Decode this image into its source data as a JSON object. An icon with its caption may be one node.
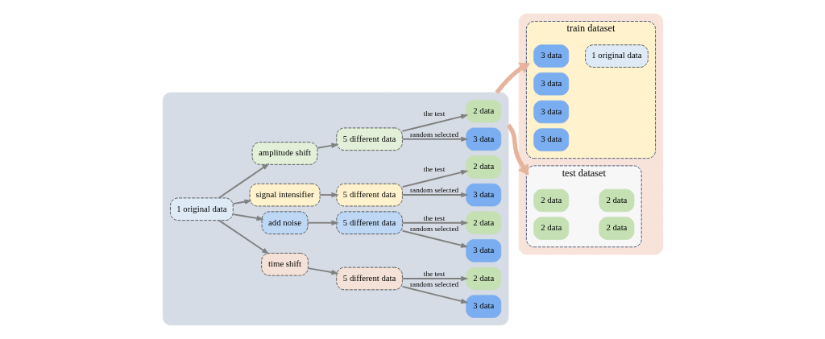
{
  "diagram": {
    "nodes": [
      {
        "text": [],
        "shape": "box"
      },
      {
        "text": [
          "1 original data"
        ],
        "in": 0
      },
      {
        "text": [
          "time shift"
        ],
        "in": 0
      },
      {
        "text": [
          "add noise"
        ],
        "in": 0
      },
      {
        "text": [
          "signal intensifier"
        ],
        "in": 0
      },
      {
        "text": [
          "amplitude shift"
        ],
        "in": 0
      },
      {
        "text": [
          "5 different data"
        ],
        "in": 0
      },
      {
        "text": [
          "5 different data"
        ],
        "in": 0
      },
      {
        "text": [
          "5 different data"
        ],
        "in": 0
      },
      {
        "text": [
          "5 different data"
        ],
        "in": 0
      },
      {
        "text": [
          "3 data"
        ],
        "in": 0
      },
      {
        "text": [
          "2 data"
        ],
        "in": 0
      },
      {
        "text": [
          "3 data"
        ],
        "in": 0
      },
      {
        "text": [
          "2 data"
        ],
        "in": 0
      },
      {
        "text": [
          "3 data"
        ],
        "in": 0
      },
      {
        "text": [
          "2 data"
        ],
        "in": 0
      },
      {
        "text": [
          "3 data"
        ],
        "in": 0
      },
      {
        "text": [
          "2 data"
        ],
        "in": 0
      },
      {
        "text": [],
        "shape": "box"
      },
      {
        "text": [
          "train dataset"
        ],
        "in": 18
      },
      {
        "text": [
          "3 data"
        ],
        "in": 19
      },
      {
        "text": [
          "3 data"
        ],
        "in": 19
      },
      {
        "text": [
          "3 data"
        ],
        "in": 19
      },
      {
        "text": [
          "3 data"
        ],
        "in": 19
      },
      {
        "text": [
          "1 original data"
        ],
        "in": 19
      },
      {
        "text": [
          "test dataset"
        ],
        "in": 18
      },
      {
        "text": [
          "2 data"
        ],
        "in": 25
      },
      {
        "text": [
          "2 data"
        ],
        "in": 25
      },
      {
        "text": [
          "2 data"
        ],
        "in": 25
      },
      {
        "text": [
          "2 data"
        ],
        "in": 25
      }
    ],
    "edges": [
      {
        "from": 1,
        "to": 2,
        "arrow": "to"
      },
      {
        "from": 1,
        "to": 3,
        "arrow": "to"
      },
      {
        "from": 1,
        "to": 4,
        "arrow": "to"
      },
      {
        "from": 1,
        "to": 5,
        "arrow": "to"
      },
      {
        "from": 2,
        "to": 6,
        "arrow": "to"
      },
      {
        "from": 3,
        "to": 7,
        "arrow": "to"
      },
      {
        "from": 4,
        "to": 8,
        "arrow": "to"
      },
      {
        "from": 5,
        "to": 9,
        "arrow": "to"
      },
      {
        "from": 6,
        "to": 10,
        "arrow": "to",
        "label": "random selected"
      },
      {
        "from": 6,
        "to": 11,
        "arrow": "to",
        "label": "the test"
      },
      {
        "from": 7,
        "to": 12,
        "arrow": "to",
        "label": "random selected"
      },
      {
        "from": 7,
        "to": 13,
        "arrow": "to",
        "label": "the test"
      },
      {
        "from": 8,
        "to": 14,
        "arrow": "to",
        "label": "random selected"
      },
      {
        "from": 8,
        "to": 15,
        "arrow": "to",
        "label": "the test"
      },
      {
        "from": 9,
        "to": 16,
        "arrow": "to",
        "label": "random selected"
      },
      {
        "from": 9,
        "to": 17,
        "arrow": "to",
        "label": "the test"
      },
      {
        "from": 0,
        "to": 19,
        "arrow": "to",
        "style": "thick",
        "color": "#e6b49c"
      },
      {
        "from": 0,
        "to": 25,
        "arrow": "to",
        "style": "thick",
        "color": "#e6b49c"
      }
    ]
  }
}
